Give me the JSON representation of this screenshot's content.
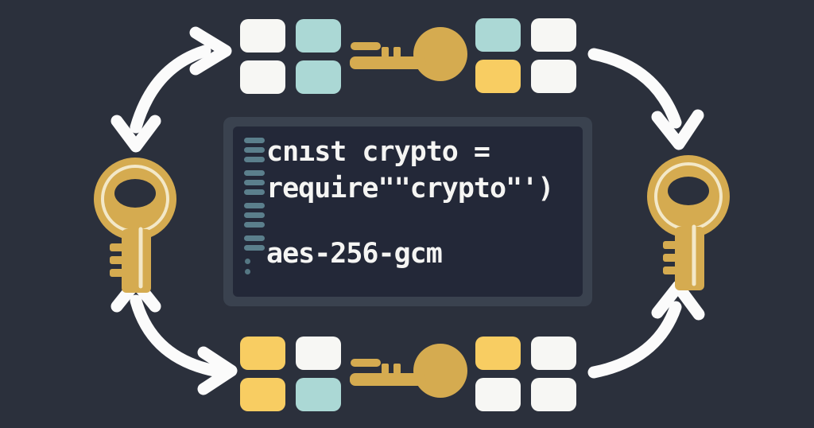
{
  "colors": {
    "background": "#2b303c",
    "panel_frame": "#3a424f",
    "panel_bg": "#232838",
    "gutter": "#5b7f8c",
    "white": "#f7f7f4",
    "yellow": "#f8cd62",
    "light_blue": "#abd8d5",
    "gold": "#d5ab50",
    "gold_highlight": "#f3e8c8",
    "arrow": "#fbfbfb",
    "code_text": "#f5f5f3"
  },
  "code_panel": {
    "lines": {
      "line1": "cnıst crypto =",
      "line2": "require\"\"crypto\"')",
      "line3": "aes-256-gcm"
    },
    "gutter_groups": [
      3,
      3,
      3,
      2
    ],
    "gutter_dots": 2
  },
  "blocks": {
    "top_left": {
      "cells": [
        "white",
        "light_blue",
        "white",
        "light_blue"
      ]
    },
    "top_right": {
      "cells": [
        "light_blue",
        "white",
        "yellow",
        "white"
      ]
    },
    "bottom_left": {
      "cells": [
        "yellow",
        "white",
        "yellow",
        "light_blue"
      ]
    },
    "bottom_right": {
      "cells": [
        "yellow",
        "white",
        "white",
        "white"
      ]
    }
  },
  "icons": [
    "key-icon-left",
    "key-icon-right",
    "key-icon-top",
    "key-icon-bottom",
    "cycle-arrow-top-left-icon",
    "cycle-arrow-top-right-icon",
    "cycle-arrow-bottom-left-icon",
    "cycle-arrow-bottom-right-icon"
  ]
}
